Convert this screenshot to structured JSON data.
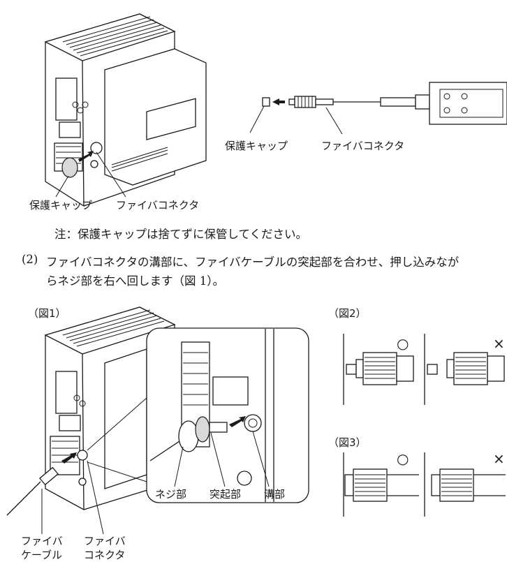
{
  "top_figure": {
    "left_label_cap": "保護キャップ",
    "left_label_conn": "ファイバコネクタ",
    "right_label_cap": "保護キャップ",
    "right_label_conn": "ファイバコネクタ"
  },
  "note": "注：保護キャップは捨てずに保管してください。",
  "step2": {
    "num": "(2)",
    "line1": "ファイバコネクタの溝部に、ファイバケーブルの突起部を合わせ、押し込みなが",
    "line2": "らネジ部を右へ回します（図 1）。"
  },
  "fig1": {
    "tag": "（図1）",
    "label_neji": "ネジ部",
    "label_tokki": "突起部",
    "label_mizo": "溝部",
    "label_cable_1": "ファイバ",
    "label_cable_2": "ケーブル",
    "label_conn_1": "ファイバ",
    "label_conn_2": "コネクタ"
  },
  "fig2": {
    "tag": "（図2）",
    "ok": "○",
    "ng": "×"
  },
  "fig3": {
    "tag": "（図3）",
    "ok": "○",
    "ng": "×"
  }
}
